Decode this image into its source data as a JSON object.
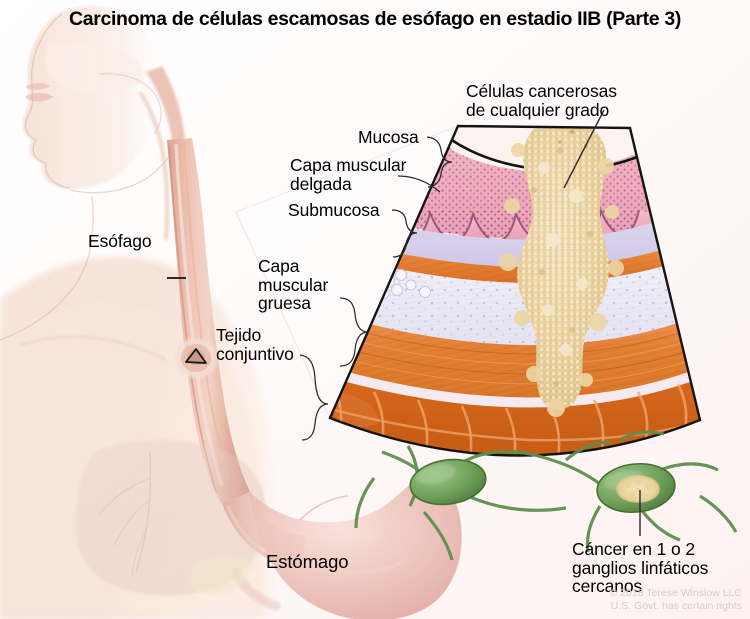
{
  "title": "Carcinoma de células escamosas de esófago en estadio IIB (Parte 3)",
  "labels": {
    "cancer_cells": "Células cancerosas\nde cualquier grado",
    "mucosa": "Mucosa",
    "thin_muscle_layer": "Capa muscular\ndelgada",
    "submucosa": "Submucosa",
    "thick_muscle_layer": "Capa\nmuscular\ngruesa",
    "connective_tissue": "Tejido\nconjuntivo",
    "esophagus": "Esófago",
    "stomach": "Estómago",
    "lymph_nodes": "Cáncer en 1 o 2\nganglios linfáticos\ncercanos"
  },
  "copyright": "© 2018 Terese Winslow LLC\nU.S. Govt. has certain rights",
  "colors": {
    "background": "#ffffff",
    "skin_light": "#f7e2d6",
    "skin_mid": "#eccdbb",
    "esophagus_pink": "#dfa292",
    "mucosa_pink": "#eeafc0",
    "mucosa_dot": "#9b4f74",
    "submucosa_lavender": "#d9d4ec",
    "submucosa_white": "#f2f0f8",
    "muscle_orange": "#e07a35",
    "muscle_deep": "#c75a18",
    "tumor_tan": "#edd7a8",
    "tumor_tan_dark": "#d9b77c",
    "lymph_green": "#6fa15c",
    "lymph_green_dark": "#4e7a40",
    "outline_dark": "#1b1b1b",
    "callout_line": "#3b3b3b",
    "stomach_pink": "#e8b3ac",
    "liver_mauve": "#e3c3bc",
    "copyright_gray": "#cfcfcf",
    "title_black": "#000000"
  },
  "diagram": {
    "type": "medical-illustration",
    "subject": "esophagus squamous cell carcinoma stage IIB",
    "layers_top_to_bottom": [
      "Mucosa",
      "Capa muscular delgada",
      "Submucosa",
      "Capa muscular gruesa",
      "Tejido conjuntivo"
    ],
    "lymph_node_count": 2,
    "cancerous_lymph_node_count": 1
  }
}
